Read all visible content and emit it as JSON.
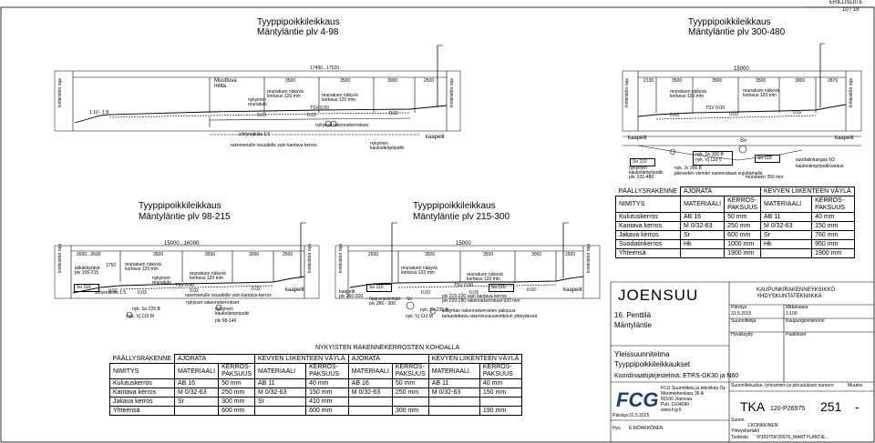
{
  "sheet": {
    "attachment": "ERILLISLIITE",
    "page": "10 / 19"
  },
  "sections": {
    "a": {
      "title1": "Tyyppipoikkileikkaus",
      "title2": "Mäntyläntie plv 4-98"
    },
    "b": {
      "title1": "Tyyppipoikkileikkaus",
      "title2": "Mäntyläntie plv 300-480"
    },
    "c": {
      "title1": "Tyyppipoikkileikkaus",
      "title2": "Mäntyläntie plv 98-215"
    },
    "d": {
      "title1": "Tyyppipoikkileikkaus",
      "title2": "Mäntyläntie plv 215-300"
    }
  },
  "labels": {
    "tontin_raja": "kiinteistön raja",
    "muuttuva_matta": "Muuttuva\nmitta",
    "dim_a_total": "17490...17520",
    "dim_3500": "3500",
    "dim_3000": "3000",
    "dim_2500": "2500",
    "dim_15000": "15000",
    "dim_2130": "2130",
    "dim_2870": "2870",
    "dim_c_total": "15000...16000",
    "dim_2500_3600": "2600...3600",
    "dim_1750": "1750",
    "vaatimus": "reunatuen näkyvä\nkorkeus 120 mm",
    "nykyinen_reunatuki": "nykyinen\nreunatuki",
    "tsv": "TSV 0.00",
    "slope_003": "0.03",
    "slope_002": "0.02",
    "slope_110": "1:10 - 1:8",
    "siirtymakiila": "siirtymäkiila 1:5",
    "nykyiset_rak": "nykyiset rakennekerrokset",
    "kaapelit": "kaapelit",
    "rakennettu": "rakennetulle osuudelle vain kantava kerros",
    "nykyinen_kauko": "nykyinen\nkaukolämpöputki",
    "kauko_98_146": "plv 98-146",
    "jalkakaytava": "jalkakäytävä\nplv 106-215",
    "so110": "So 110",
    "sv": "Sv",
    "nyk_sv_225": "nyk. Sv 225 B",
    "nyk_vj_110": "nyk. Vj 110 M",
    "nyk_sv_300": "nyk. Sv 300 B",
    "nyk_vj_110v": "nyk. Vj 110 V",
    "nyk_jv_300": "nyk. Jv 300 B",
    "jateveden": "jäteveden viemäri saneerataan sujuttamalla",
    "suodatinkangas": "suodatinkangas N3",
    "kaukolampo_varaus": "kaukolämpöputkivaraus",
    "murskeen": "murskeen 350 mm",
    "nykyinen_kauko_331": "nykyinen\nkaukolämpöputki\nplv. 331-480",
    "kaapelit_plv": "kaapelit\nplv 260-300",
    "hulevesi": "hulevesiviemäri\nplv 286 - 300",
    "plv_215_220": "plv 215-220 vain kantava kerros\nplv 220-290 rakennekerrokset 600 mm",
    "tarkastettava": "tarkastettava rakennussuunnittelun yhteydessä",
    "siirtyma_pva": "siirtyman rakennekerrosten paksuus"
  },
  "table_upper": {
    "title_h": "PÄÄLLYSRAKENNE",
    "col_ajorata": "AJORATA",
    "col_kevyt": "KEVYEN LIIKENTEEN VÄYLÄ",
    "h_nimitys": "NIMITYS",
    "h_materiaali": "MATERIAALI",
    "h_paksuus": "KERROS-\nPAKSUUS",
    "rows": [
      [
        "Kulutuskerros",
        "AB 16",
        "50 mm",
        "AB 11",
        "40 mm"
      ],
      [
        "Kantava kerros",
        "M 0/32-63",
        "250 mm",
        "M 0/32-63",
        "150 mm"
      ],
      [
        "Jakava kerros",
        "Sr",
        "600 mm",
        "Sr",
        "760 mm"
      ],
      [
        "Suodatinkerros",
        "Hk",
        "1000 mm",
        "Hk",
        "950 mm"
      ],
      [
        "Yhteensä",
        "",
        "1900 mm",
        "",
        "1900 mm"
      ]
    ]
  },
  "table_lower": {
    "title_top": "NYKYISTEN RAKENNEKERROSTEN KOHDALLA",
    "title_h": "PÄÄLLYSRAKENNE",
    "col_ajorata": "AJORATA",
    "col_kevyt": "KEVYEN LIIKENTEEN VÄYLÄ",
    "h_nimitys": "NIMITYS",
    "h_materiaali": "MATERIAALI",
    "h_paksuus": "KERROS-\nPAKSUUS",
    "rows": [
      [
        "Kulutuskerros",
        "AB 16",
        "50 mm",
        "AB 11",
        "40 mm",
        "AB 16",
        "50 mm",
        "AB 11",
        "40 mm"
      ],
      [
        "Kantava kerros",
        "M 0/32-63",
        "250 mm",
        "M 0/32-63",
        "150 mm",
        "M 0/32-63",
        "250 mm",
        "M 0/32-63",
        "150 mm"
      ],
      [
        "Jakava kerros",
        "Sr",
        "300 mm",
        "Sr",
        "410 mm",
        "",
        "",
        "",
        ""
      ],
      [
        "Yhteensä",
        "",
        "600 mm",
        "",
        "600 mm",
        "",
        "300 mm",
        "",
        "190 mm"
      ]
    ]
  },
  "title_block": {
    "logo": "JOENSUU",
    "org1": "KAUPUNKIRAKENNEYKSIKKÖ",
    "org2": "YHDYSKUNTATEKNIIKKA",
    "paivays_lbl": "Päiväys",
    "paivays": "31.5.2015",
    "mittakaava_lbl": "Mittakaava",
    "mittakaava": "1:100",
    "suunnittelija_lbl": "Suunnittelija",
    "kaupunginpaa_lbl": "Kaupungininsinööri",
    "hyvaksytty_lbl": "Hyväksytty",
    "paatos_lbl": "Päätökset",
    "district": "16. Penttilä",
    "street": "Mäntyläntie",
    "plan_type": "Yleissuunnitelma",
    "plan_name": "Tyyppipoikkileikkaukset",
    "coords": "Koordinaattijärjestelmä:  ETRS-GK30  ja  N60",
    "fcg": "FCG",
    "fcg_text": "FCG Suunnittelu ja tekniikka Oy\nMerimiehenkatu 36 A\n80100 Joensuu\nPuh. 0104090\nwww.fcg.fi",
    "paivays2_lbl": "Päiväys",
    "paivays2": "31.5.2015",
    "hyv_lbl": "Hyv.",
    "hyv": "E.MÖNKKÖNEN",
    "suunn_lbl": "Suunn.",
    "suunn": "J.KONKKINEN",
    "yhteys_lbl": "Yhteyshenkilö",
    "tiedosto_lbl": "Tiedosto",
    "tiedosto": "\\P26975\\P26975_MANTYLANTIE...",
    "piirustus_lbl": "Suunnittelualue, työnumero ja piirustuksen numero",
    "muutos_lbl": "Muutos",
    "code1": "TKA",
    "code2": "120-P26975",
    "code3": "251",
    "code4": "-"
  }
}
